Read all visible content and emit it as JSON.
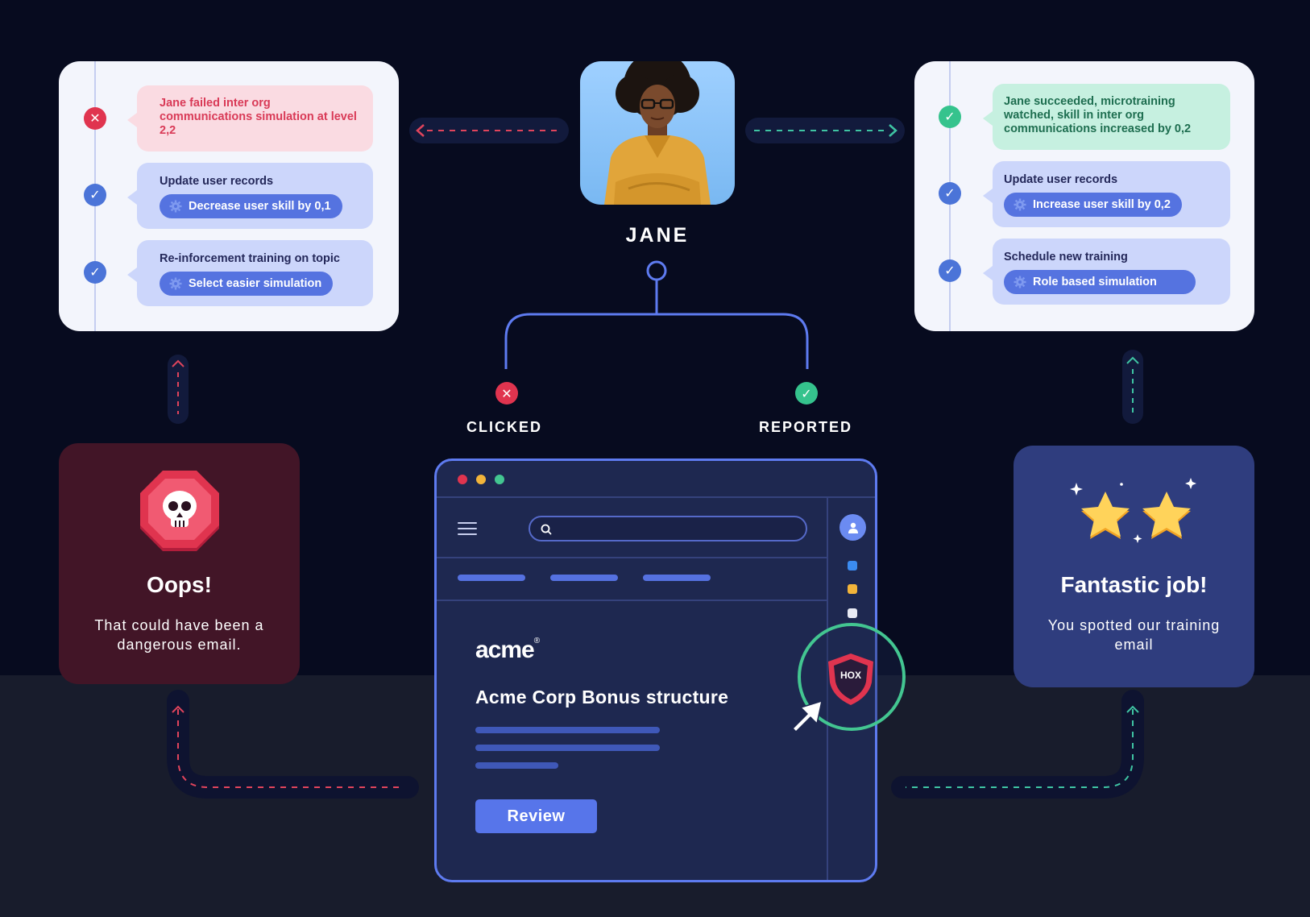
{
  "person": {
    "name": "JANE"
  },
  "branches": {
    "clicked": "CLICKED",
    "reported": "REPORTED"
  },
  "left_panel": {
    "steps": [
      {
        "status": "fail",
        "text": "Jane failed inter org communications simulation at level 2,2"
      },
      {
        "status": "ok",
        "title": "Update user records",
        "action": "Decrease user skill by 0,1"
      },
      {
        "status": "ok",
        "title": "Re-inforcement training on topic",
        "action": "Select easier simulation"
      }
    ]
  },
  "right_panel": {
    "steps": [
      {
        "status": "success",
        "text": "Jane succeeded, microtraining watched, skill in inter org communications increased by 0,2"
      },
      {
        "status": "ok",
        "title": "Update user records",
        "action": "Increase user skill by 0,2"
      },
      {
        "status": "ok",
        "title": "Schedule new training",
        "action": "Role based simulation"
      }
    ]
  },
  "oops_card": {
    "title": "Oops!",
    "subtitle": "That could have been a dangerous email."
  },
  "fantastic_card": {
    "title": "Fantastic job!",
    "subtitle": "You spotted our training email"
  },
  "email": {
    "brand": "acme",
    "brand_mark": "®",
    "subject": "Acme Corp Bonus structure",
    "button": "Review",
    "report_badge": "HOX"
  },
  "colors": {
    "background": "#070b1f",
    "fail": "#e0344f",
    "success": "#35c38d",
    "accent": "#5775ea",
    "window_dot_red": "#e0344f",
    "window_dot_yellow": "#f2b43a",
    "window_dot_green": "#43c691"
  },
  "icons": {
    "fail": "x-circle-icon",
    "ok": "check-circle-icon",
    "action": "gear-icon",
    "oops": "skull-icon",
    "fantastic": "stars-icon",
    "report": "shield-icon",
    "pointer": "cursor-icon"
  }
}
